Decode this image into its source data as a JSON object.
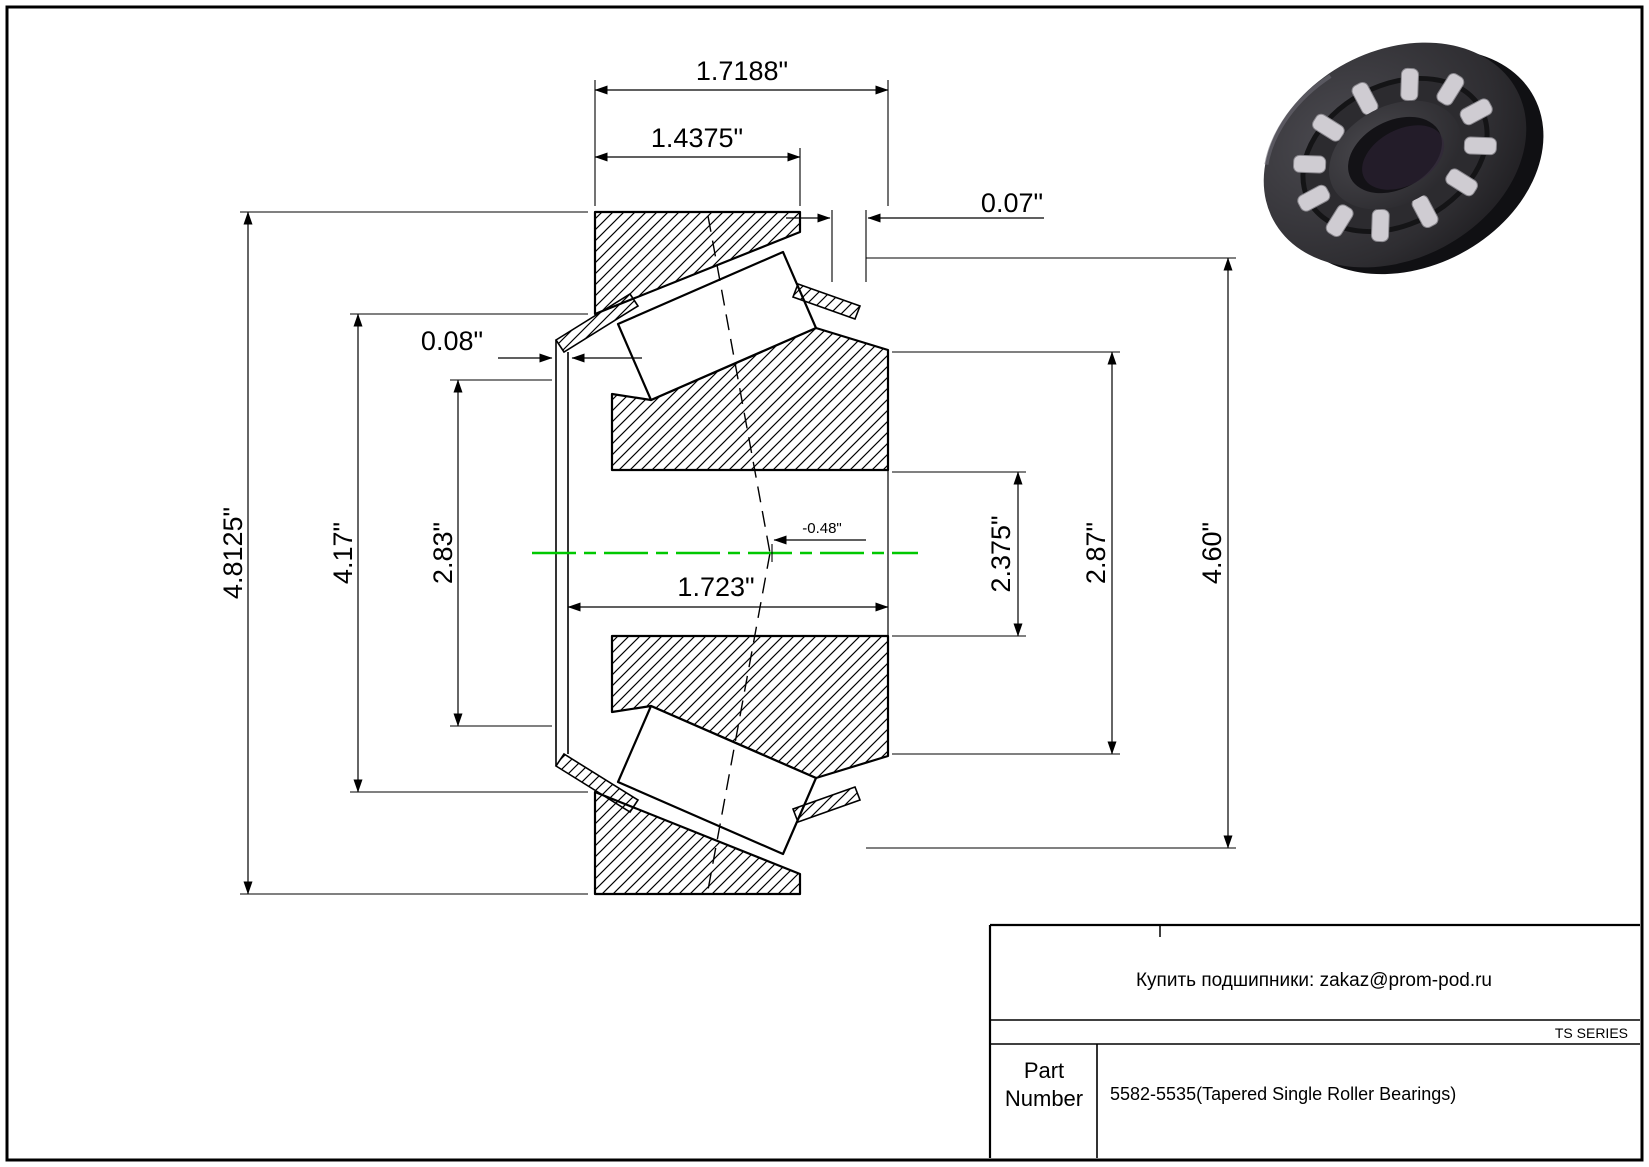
{
  "dimensions": {
    "dim_1_7188": "1.7188\"",
    "dim_1_4375": "1.4375\"",
    "dim_0_07": "0.07\"",
    "dim_0_08": "0.08\"",
    "dim_4_8125": "4.8125\"",
    "dim_4_17": "4.17\"",
    "dim_2_83": "2.83\"",
    "dim_1_723": "1.723\"",
    "dim_neg_0_48": "-0.48\"",
    "dim_2_375": "2.375\"",
    "dim_2_87": "2.87\"",
    "dim_4_60": "4.60\""
  },
  "title_block": {
    "contact": "Купить подшипники: zakaz@prom-pod.ru",
    "series": "TS SERIES",
    "part_label_line1": "Part",
    "part_label_line2": "Number",
    "part_value": "5582-5535(Tapered Single Roller Bearings)"
  },
  "colors": {
    "centerline": "#00C800",
    "outline": "#000000"
  }
}
